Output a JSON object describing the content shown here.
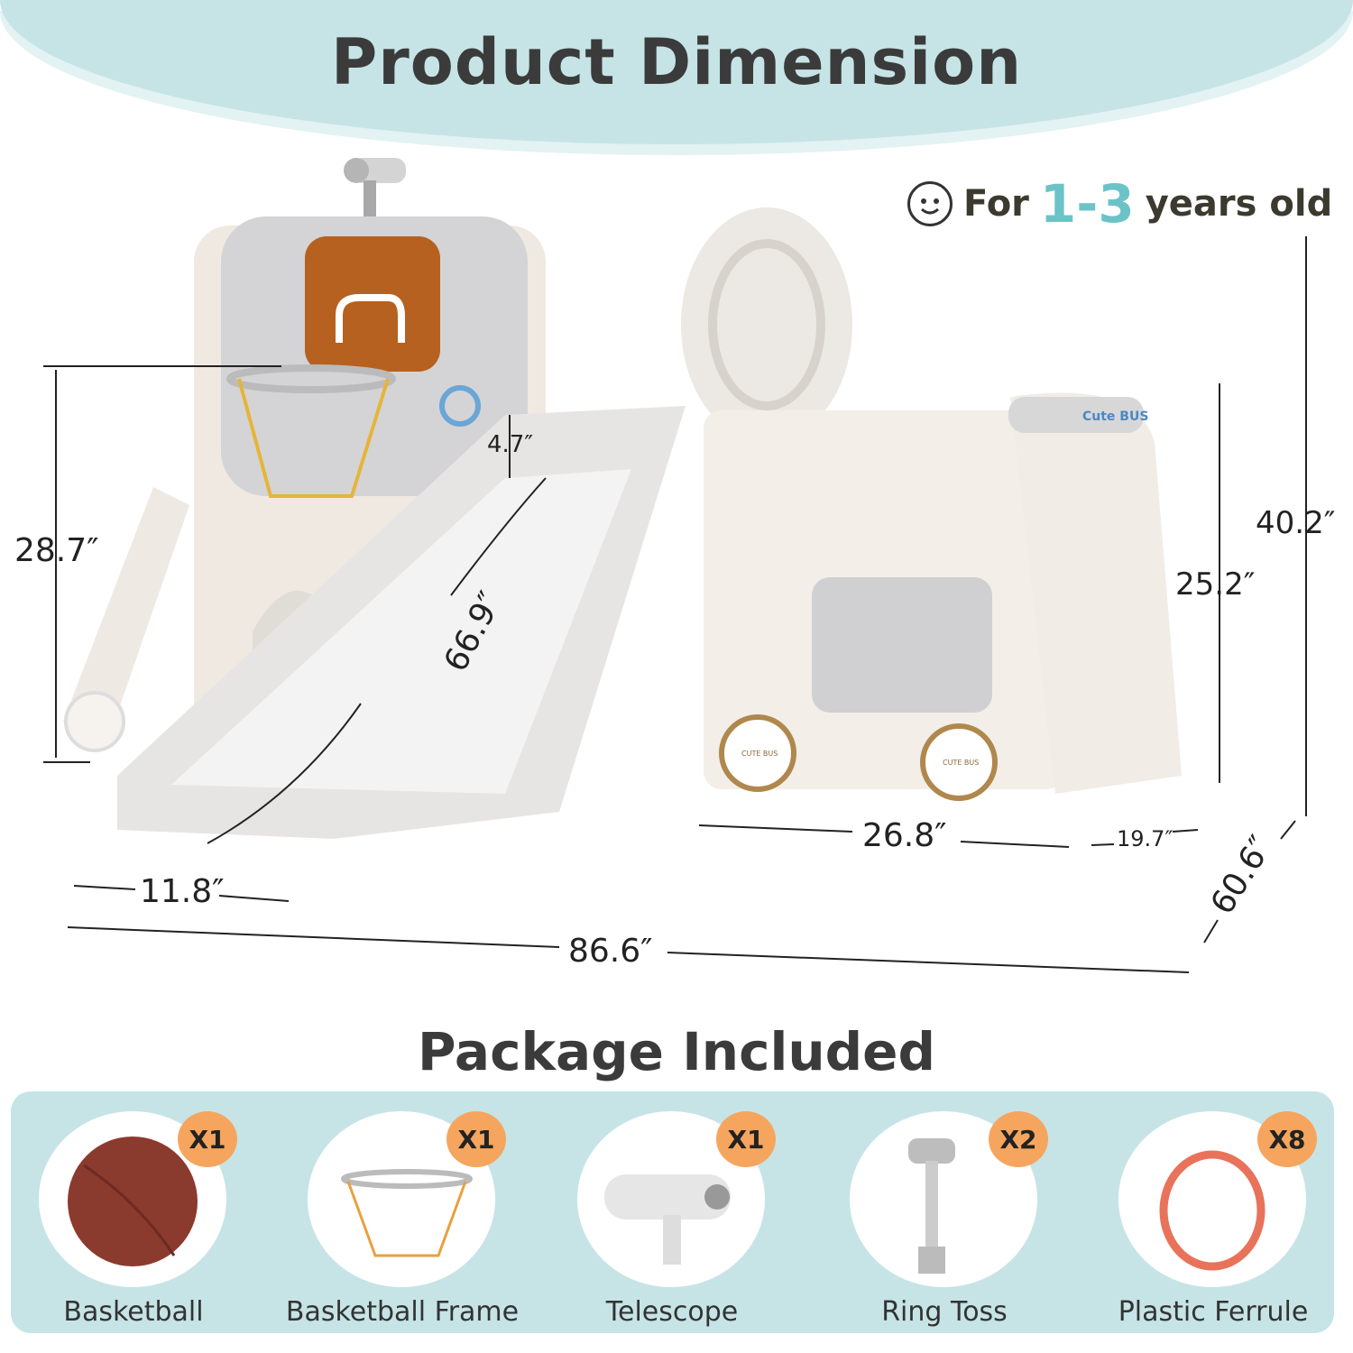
{
  "header": {
    "title": "Product Dimension"
  },
  "age": {
    "prefix": "For",
    "range": "1-3",
    "suffix": "years old",
    "icon": "baby-face-icon"
  },
  "product": {
    "bus_label": "Cute BUS",
    "wheel_label": "CUTE BUS"
  },
  "dimensions": {
    "hoop_height": "28.7″",
    "slide_gap": "4.7″",
    "slide_length": "66.9″",
    "total_height": "40.2″",
    "bus_height": "25.2″",
    "bus_length": "26.8″",
    "bus_front": "19.7″",
    "slide_width": "11.8″",
    "total_length": "86.6″",
    "total_depth": "60.6″"
  },
  "package": {
    "title": "Package Included",
    "items": [
      {
        "label": "Basketball",
        "qty": "X1"
      },
      {
        "label": "Basketball Frame",
        "qty": "X1"
      },
      {
        "label": "Telescope",
        "qty": "X1"
      },
      {
        "label": "Ring Toss",
        "qty": "X2"
      },
      {
        "label": "Plastic Ferrule",
        "qty": "X8"
      }
    ]
  },
  "colors": {
    "accent_teal": "#6cc3c7",
    "header_bg": "#c6e4e6",
    "badge_orange": "#f6a55e",
    "text_dark": "#3b3b3b"
  }
}
